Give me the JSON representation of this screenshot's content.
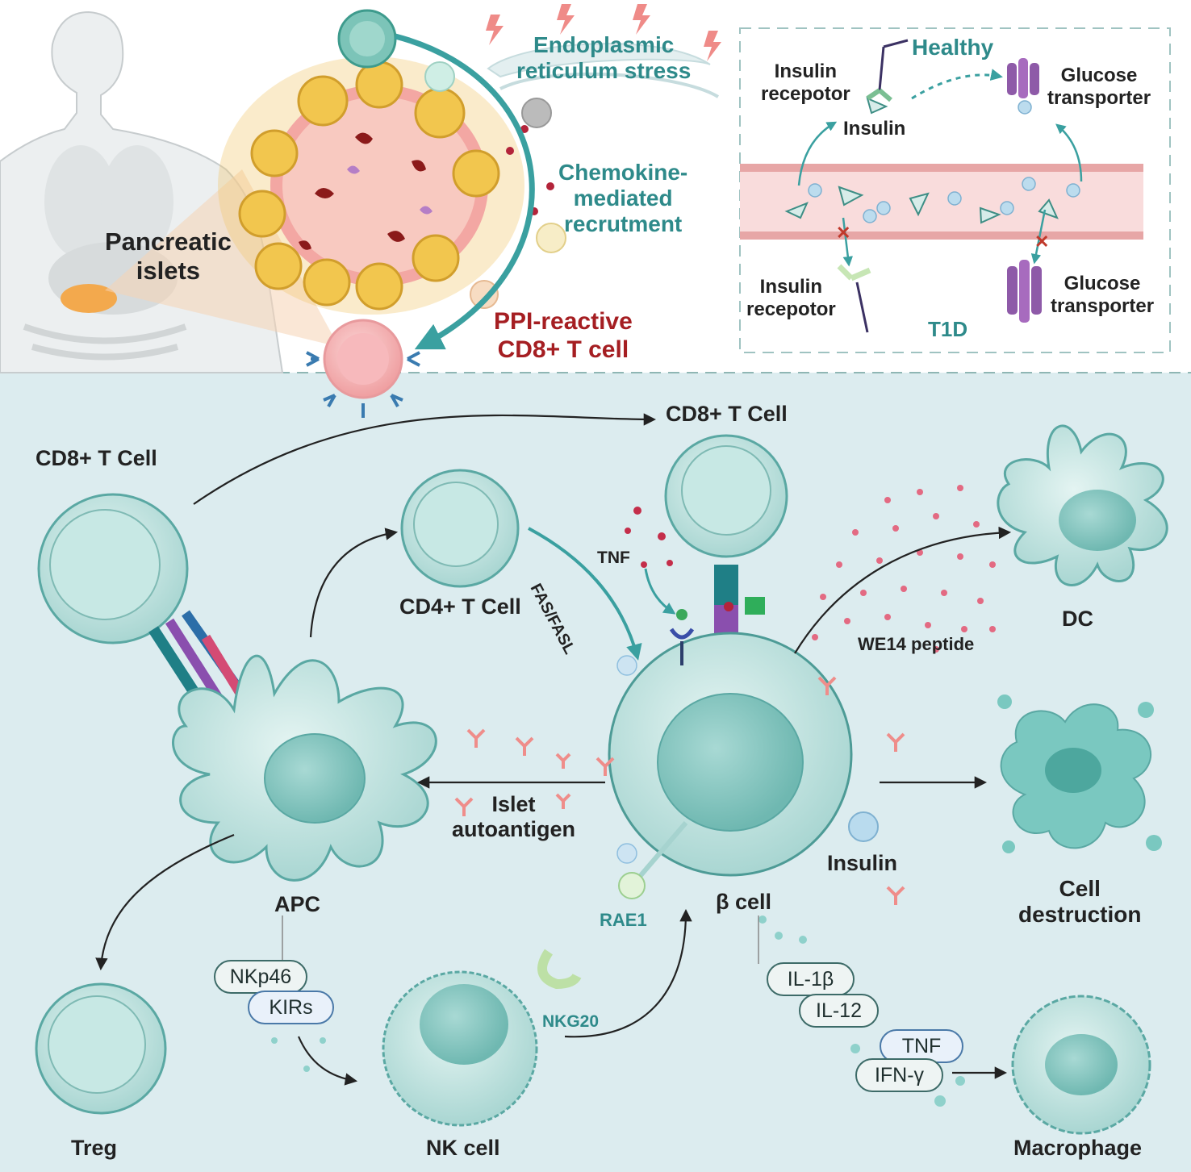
{
  "top_left": {
    "pancreatic_islets": "Pancreatic\nislets",
    "er_stress": "Endoplasmic\nreticulum stress",
    "chemokine": "Chemokine-\nmediated\nrecrutment",
    "ppi_reactive": "PPI-reactive\nCD8+ T cell"
  },
  "top_right": {
    "healthy": "Healthy",
    "insulin_receptor_healthy": "Insulin\nrecepotor",
    "insulin": "Insulin",
    "glucose_transporter_healthy": "Glucose\ntransporter",
    "insulin_receptor_t1d": "Insulin\nrecepotor",
    "glucose_transporter_t1d": "Glucose\ntransporter",
    "t1d": "T1D"
  },
  "bottom": {
    "cd8_left": "CD8+ T Cell",
    "cd8_top": "CD8+ T Cell",
    "cd4": "CD4+ T Cell",
    "fas": "FAS/FASL",
    "tnf_top": "TNF",
    "we14": "WE14 peptide",
    "dc": "DC",
    "apc": "APC",
    "islet_autoantigen": "Islet\nautoantigen",
    "rae1": "RAE1",
    "beta_cell": "β cell",
    "insulin": "Insulin",
    "cell_destruction": "Cell\ndestruction",
    "nkp46": "NKp46",
    "kirs": "KIRs",
    "nkg20": "NKG20",
    "treg": "Treg",
    "nk_cell": "NK cell",
    "macrophage": "Macrophage",
    "il1b": "IL-1β",
    "il12": "IL-12",
    "tnf_bottom": "TNF",
    "ifng": "IFN-γ"
  },
  "colors": {
    "bottom_panel_bg": "#dcecef",
    "cell_fill": "#c8e6e4",
    "cell_stroke": "#5aa8a3",
    "arrow": "#222222",
    "teal_arrow": "#3aa0a0",
    "red_text": "#a51e22",
    "teal_text": "#2e8a8a"
  }
}
